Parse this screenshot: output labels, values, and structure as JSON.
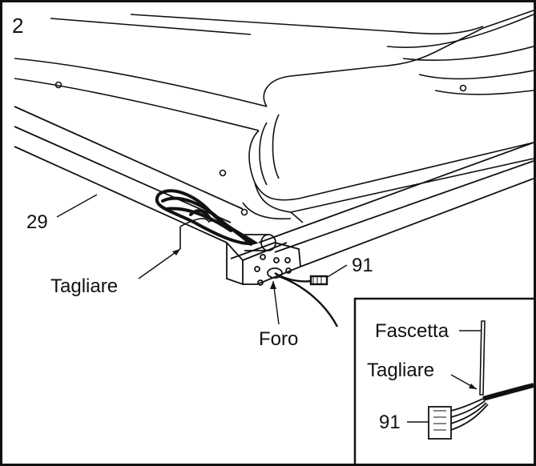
{
  "figure": {
    "step_number": "2",
    "callouts": {
      "part_29": "29",
      "cut_main": "Tagliare",
      "hole": "Foro",
      "part_91_main": "91"
    },
    "inset": {
      "tie_label": "Fascetta",
      "cut_label": "Tagliare",
      "part_91": "91"
    }
  }
}
